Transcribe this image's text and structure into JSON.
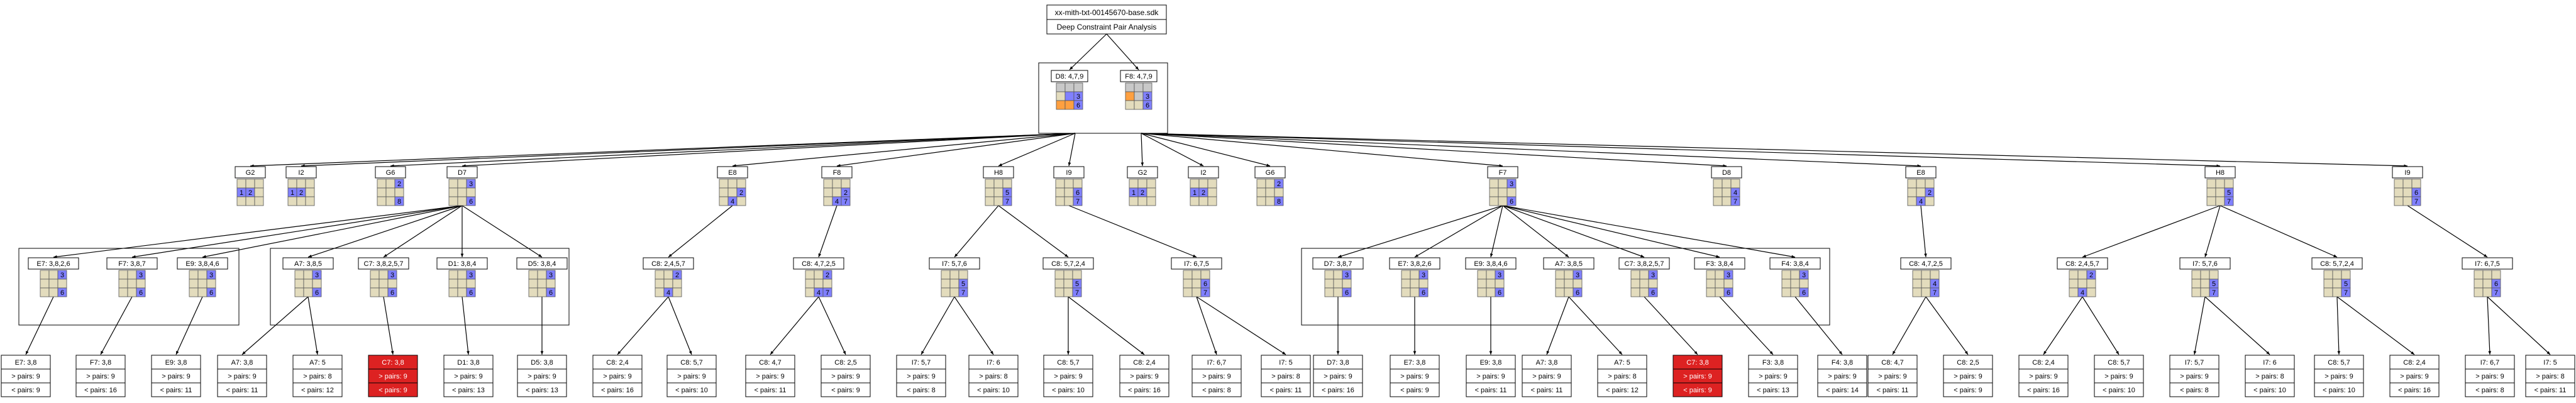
{
  "header": {
    "title": "xx-mith-txt-00145670-base.sdk",
    "subtitle": "Deep Constraint Pair Analysis"
  },
  "roots": [
    {
      "id": "r0",
      "label": "D8: 4,7,9",
      "cells": {
        "4": "",
        "5": "3",
        "8": "6"
      },
      "orange": [
        6,
        7
      ],
      "gray": [
        0,
        1,
        2,
        4,
        5,
        8
      ]
    },
    {
      "id": "r1",
      "label": "F8: 4,7,9",
      "cells": {
        "5": "3",
        "8": "6"
      },
      "orange": [
        3
      ],
      "gray": [
        0,
        1,
        2,
        4,
        5
      ]
    }
  ],
  "level1": [
    {
      "id": "G2a",
      "label": "G2",
      "cells": {
        "3": "1",
        "4": "2"
      }
    },
    {
      "id": "I2a",
      "label": "I2",
      "cells": {
        "3": "1",
        "4": "2"
      }
    },
    {
      "id": "G6a",
      "label": "G6",
      "cells": {
        "2": "2",
        "8": "8"
      }
    },
    {
      "id": "D7a",
      "label": "D7",
      "cells": {
        "2": "3",
        "8": "6"
      }
    },
    {
      "id": "E8a",
      "label": "E8",
      "cells": {
        "5": "2",
        "7": "4"
      }
    },
    {
      "id": "F8a",
      "label": "F8",
      "cells": {
        "5": "2",
        "7": "4",
        "8": "7"
      }
    },
    {
      "id": "H8a",
      "label": "H8",
      "cells": {
        "5": "5",
        "8": "7"
      }
    },
    {
      "id": "I9a",
      "label": "I9",
      "cells": {
        "5": "6",
        "8": "7"
      }
    },
    {
      "id": "G2b",
      "label": "G2",
      "cells": {
        "3": "1",
        "4": "2"
      }
    },
    {
      "id": "I2b",
      "label": "I2",
      "cells": {
        "3": "1",
        "4": "2"
      }
    },
    {
      "id": "G6b",
      "label": "G6",
      "cells": {
        "2": "2",
        "8": "8"
      }
    },
    {
      "id": "F7b",
      "label": "F7",
      "cells": {
        "2": "3",
        "8": "6"
      }
    },
    {
      "id": "D8b",
      "label": "D8",
      "cells": {
        "5": "4",
        "8": "7"
      }
    },
    {
      "id": "E8b",
      "label": "E8",
      "cells": {
        "5": "2",
        "7": "4"
      }
    },
    {
      "id": "H8b",
      "label": "H8",
      "cells": {
        "5": "5",
        "8": "7"
      }
    },
    {
      "id": "I9b",
      "label": "I9",
      "cells": {
        "5": "6",
        "8": "7"
      }
    }
  ],
  "level2": [
    {
      "label": "E7: 3,8,2,6",
      "cells": {
        "2": "3",
        "8": "6"
      }
    },
    {
      "label": "F7: 3,8,7",
      "cells": {
        "2": "3",
        "8": "6"
      }
    },
    {
      "label": "E9: 3,8,4,6",
      "cells": {
        "2": "3",
        "8": "6"
      }
    },
    {
      "label": "A7: 3,8,5",
      "cells": {
        "2": "3",
        "8": "6"
      }
    },
    {
      "label": "C7: 3,8,2,5,7",
      "cells": {
        "2": "3",
        "8": "6"
      }
    },
    {
      "label": "D1: 3,8,4",
      "cells": {
        "2": "3",
        "8": "6"
      }
    },
    {
      "label": "D5: 3,8,4",
      "cells": {
        "2": "3",
        "8": "6"
      }
    },
    {
      "label": "C8: 2,4,5,7",
      "cells": {
        "2": "2",
        "7": "4"
      }
    },
    {
      "label": "C8: 4,7,2,5",
      "cells": {
        "2": "2",
        "7": "4",
        "8": "7"
      }
    },
    {
      "label": "I7: 5,7,6",
      "cells": {
        "5": "5",
        "8": "7"
      }
    },
    {
      "label": "C8: 5,7,2,4",
      "cells": {
        "5": "5",
        "8": "7"
      }
    },
    {
      "label": "I7: 6,7,5",
      "cells": {
        "5": "6",
        "8": "7"
      }
    },
    {
      "label": "D7: 3,8,7",
      "cells": {
        "2": "3",
        "8": "6"
      }
    },
    {
      "label": "E7: 3,8,2,6",
      "cells": {
        "2": "3",
        "8": "6"
      }
    },
    {
      "label": "E9: 3,8,4,6",
      "cells": {
        "2": "3",
        "8": "6"
      }
    },
    {
      "label": "A7: 3,8,5",
      "cells": {
        "2": "3",
        "8": "6"
      }
    },
    {
      "label": "C7: 3,8,2,5,7",
      "cells": {
        "2": "3",
        "8": "6"
      }
    },
    {
      "label": "F3: 3,8,4",
      "cells": {
        "2": "3",
        "8": "6"
      }
    },
    {
      "label": "F4: 3,8,4",
      "cells": {
        "2": "3",
        "8": "6"
      }
    },
    {
      "label": "C8: 4,7,2,5",
      "cells": {
        "5": "4",
        "8": "7"
      }
    },
    {
      "label": "C8: 2,4,5,7",
      "cells": {
        "2": "2",
        "7": "4"
      }
    },
    {
      "label": "I7: 5,7,6",
      "cells": {
        "5": "5",
        "8": "7"
      }
    },
    {
      "label": "C8: 5,7,2,4",
      "cells": {
        "5": "5",
        "8": "7"
      }
    },
    {
      "label": "I7: 6,7,5",
      "cells": {
        "5": "6",
        "8": "7"
      }
    }
  ],
  "leaves": [
    {
      "label": "E7: 3,8",
      "l1": "> pairs: 9",
      "l2": "< pairs: 9",
      "red": false
    },
    {
      "label": "F7: 3,8",
      "l1": "> pairs: 9",
      "l2": "< pairs: 16",
      "red": false
    },
    {
      "label": "E9: 3,8",
      "l1": "> pairs: 9",
      "l2": "< pairs: 11",
      "red": false
    },
    {
      "label": "A7: 3,8",
      "l1": "> pairs: 9",
      "l2": "< pairs: 11",
      "red": false
    },
    {
      "label": "A7: 5",
      "l1": "> pairs: 8",
      "l2": "< pairs: 12",
      "red": false
    },
    {
      "label": "C7: 3,8",
      "l1": "> pairs: 9",
      "l2": "< pairs: 9",
      "red": true
    },
    {
      "label": "D1: 3,8",
      "l1": "> pairs: 9",
      "l2": "< pairs: 13",
      "red": false
    },
    {
      "label": "D5: 3,8",
      "l1": "> pairs: 9",
      "l2": "< pairs: 13",
      "red": false
    },
    {
      "label": "C8: 2,4",
      "l1": "> pairs: 9",
      "l2": "< pairs: 16",
      "red": false
    },
    {
      "label": "C8: 5,7",
      "l1": "> pairs: 9",
      "l2": "< pairs: 10",
      "red": false
    },
    {
      "label": "C8: 4,7",
      "l1": "> pairs: 9",
      "l2": "< pairs: 11",
      "red": false
    },
    {
      "label": "C8: 2,5",
      "l1": "> pairs: 9",
      "l2": "< pairs: 9",
      "red": false
    },
    {
      "label": "I7: 5,7",
      "l1": "> pairs: 9",
      "l2": "< pairs: 8",
      "red": false
    },
    {
      "label": "I7: 6",
      "l1": "> pairs: 8",
      "l2": "< pairs: 10",
      "red": false
    },
    {
      "label": "C8: 5,7",
      "l1": "> pairs: 9",
      "l2": "< pairs: 10",
      "red": false
    },
    {
      "label": "C8: 2,4",
      "l1": "> pairs: 9",
      "l2": "< pairs: 16",
      "red": false
    },
    {
      "label": "I7: 6,7",
      "l1": "> pairs: 9",
      "l2": "< pairs: 8",
      "red": false
    },
    {
      "label": "I7: 5",
      "l1": "> pairs: 8",
      "l2": "< pairs: 11",
      "red": false
    },
    {
      "label": "D7: 3,8",
      "l1": "> pairs: 9",
      "l2": "< pairs: 16",
      "red": false
    },
    {
      "label": "E7: 3,8",
      "l1": "> pairs: 9",
      "l2": "< pairs: 9",
      "red": false
    },
    {
      "label": "E9: 3,8",
      "l1": "> pairs: 9",
      "l2": "< pairs: 11",
      "red": false
    },
    {
      "label": "A7: 3,8",
      "l1": "> pairs: 9",
      "l2": "< pairs: 11",
      "red": false
    },
    {
      "label": "A7: 5",
      "l1": "> pairs: 8",
      "l2": "< pairs: 12",
      "red": false
    },
    {
      "label": "C7: 3,8",
      "l1": "> pairs: 9",
      "l2": "< pairs: 9",
      "red": true
    },
    {
      "label": "F3: 3,8",
      "l1": "> pairs: 9",
      "l2": "< pairs: 13",
      "red": false
    },
    {
      "label": "F4: 3,8",
      "l1": "> pairs: 9",
      "l2": "< pairs: 14",
      "red": false
    },
    {
      "label": "C8: 4,7",
      "l1": "> pairs: 9",
      "l2": "< pairs: 11",
      "red": false
    },
    {
      "label": "C8: 2,5",
      "l1": "> pairs: 9",
      "l2": "< pairs: 9",
      "red": false
    },
    {
      "label": "C8: 2,4",
      "l1": "> pairs: 9",
      "l2": "< pairs: 16",
      "red": false
    },
    {
      "label": "C8: 5,7",
      "l1": "> pairs: 9",
      "l2": "< pairs: 10",
      "red": false
    },
    {
      "label": "I7: 5,7",
      "l1": "> pairs: 9",
      "l2": "< pairs: 8",
      "red": false
    },
    {
      "label": "I7: 6",
      "l1": "> pairs: 8",
      "l2": "< pairs: 10",
      "red": false
    },
    {
      "label": "C8: 5,7",
      "l1": "> pairs: 9",
      "l2": "< pairs: 10",
      "red": false
    },
    {
      "label": "C8: 2,4",
      "l1": "> pairs: 9",
      "l2": "< pairs: 16",
      "red": false
    },
    {
      "label": "I7: 6,7",
      "l1": "> pairs: 9",
      "l2": "< pairs: 8",
      "red": false
    },
    {
      "label": "I7: 5",
      "l1": "> pairs: 8",
      "l2": "< pairs: 11",
      "red": false
    }
  ],
  "colors": {
    "cell": "#e3dcbd",
    "blue": "#8080ff",
    "orange": "#ffa040",
    "gray": "#c8c8c8",
    "red": "#dd2222",
    "line": "#000000"
  }
}
